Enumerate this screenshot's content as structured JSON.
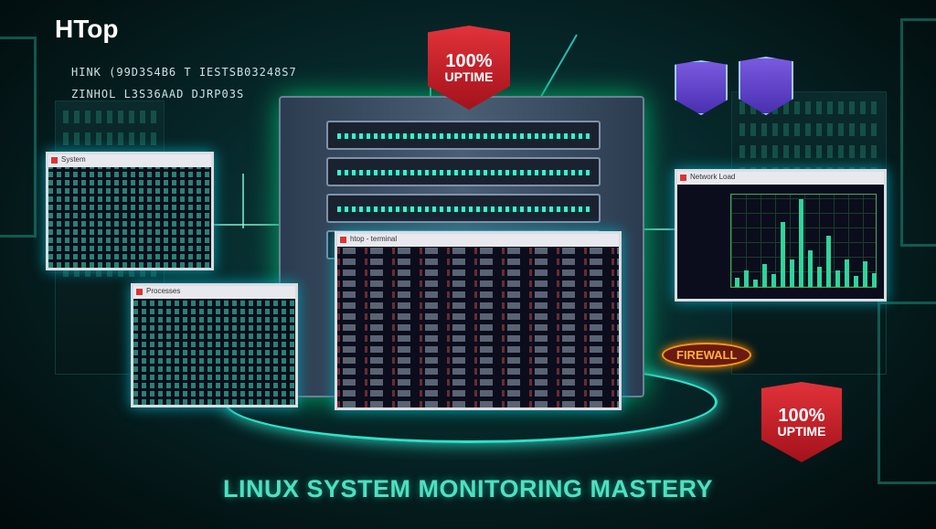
{
  "logo": "HTop",
  "header_code": [
    "HINK (99D3S4B6 T IESTSB03248S7",
    "ZINHOL L3S36AAD   DJRP03S"
  ],
  "shield_top": {
    "line1": "100%",
    "line2": "UPTIME"
  },
  "shield_bottom": {
    "line1": "100%",
    "line2": "UPTIME"
  },
  "firewall_label": "FIREWALL",
  "windows": {
    "left_top": "System",
    "left_bottom": "Processes",
    "center": "htop - terminal",
    "right": "Network Load"
  },
  "title": "LINUX SYSTEM MONITORING MASTERY",
  "chart_bars": [
    10,
    18,
    8,
    25,
    14,
    70,
    30,
    95,
    40,
    22,
    55,
    18,
    30,
    12,
    28,
    15
  ]
}
